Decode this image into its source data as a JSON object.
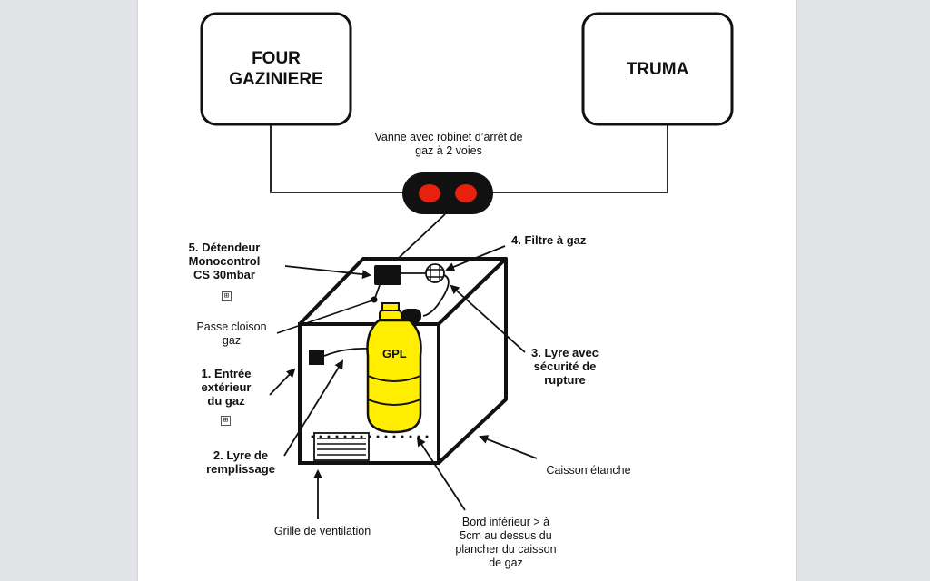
{
  "boxes": {
    "oven": "FOUR\nGAZINIERE",
    "truma": "TRUMA"
  },
  "labels": {
    "valve": "Vanne avec robinet d’arrêt de\ngaz à 2 voies",
    "regulator": "5. Détendeur\nMonocontrol\nCS 30mbar",
    "filter": "4. Filtre à gaz",
    "passthrough": "Passe cloison\ngaz",
    "lyre_safety": "3. Lyre avec\nsécurité de\nrupture",
    "inlet": "1. Entrée\nextérieur\ndu gaz",
    "fill_lyre": "2. Lyre de\nremplissage",
    "sealed_box": "Caisson étanche",
    "vent_grille": "Grille de ventilation",
    "bottom_edge": "Bord inférieur > à\n5cm au dessus du\nplancher du caisson\nde gaz",
    "cylinder": "GPL"
  },
  "colors": {
    "cylinder": "#ffee00",
    "valve_lights": "#e8200e",
    "valve_body": "#111111"
  },
  "expand_icons": {
    "regulator": "⊞",
    "inlet": "⊞"
  }
}
